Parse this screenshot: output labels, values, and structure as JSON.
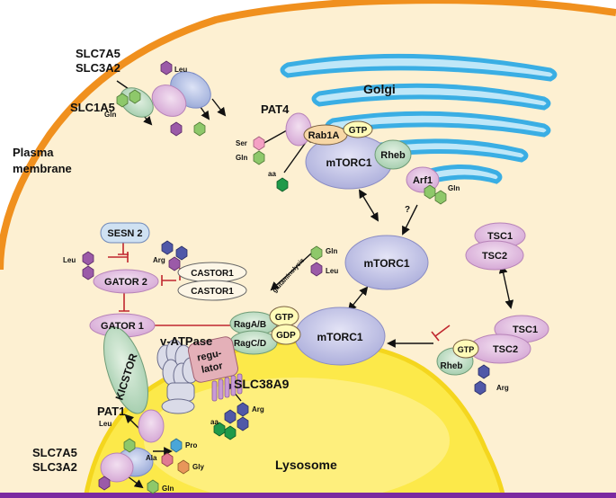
{
  "compartments": {
    "plasma_membrane_line1": "Plasma",
    "plasma_membrane_line2": "membrane",
    "golgi": "Golgi",
    "lysosome": "Lysosome"
  },
  "transporters": {
    "slc7a5": "SLC7A5",
    "slc3a2": "SLC3A2",
    "slc1a5": "SLC1A5",
    "pat4": "PAT4",
    "pat1": "PAT1",
    "slc7a5_lys": "SLC7A5",
    "slc3a2_lys": "SLC3A2",
    "slc38a9": "SLC38A9",
    "v_atpase": "v-ATPase",
    "ragulator_line1": "regu-",
    "ragulator_line2": "lator",
    "kicstor": "KICSTOR"
  },
  "complexes": {
    "mtorc1_golgi": "mTORC1",
    "mtorc1_center": "mTORC1",
    "mtorc1_lyso": "mTORC1",
    "rab1a": "Rab1A",
    "rab1a_gtp": "GTP",
    "rheb_golgi": "Rheb",
    "arf1": "Arf1",
    "sesn2": "SESN 2",
    "gator2": "GATOR 2",
    "gator1": "GATOR 1",
    "castor1_a": "CASTOR1",
    "castor1_b": "CASTOR1",
    "ragab": "RagA/B",
    "ragab_gtp": "GTP",
    "ragcd": "RagC/D",
    "ragcd_gdp": "GDP",
    "tsc1_top": "TSC1",
    "tsc2_top": "TSC2",
    "tsc1_bottom": "TSC1",
    "tsc2_bottom": "TSC2",
    "rheb_lyso": "Rheb",
    "rheb_lyso_gtp": "GTP"
  },
  "amino_acids": {
    "leu_top": "Leu",
    "gln_top": "Gln",
    "ser": "Ser",
    "gln_pat4": "Gln",
    "aa_pat4": "aa",
    "gln_arf1": "Gln",
    "question": "?",
    "leu_sesn": "Leu",
    "arg_castor": "Arg",
    "gln_center": "Gln",
    "leu_center": "Leu",
    "glutaminolysis": "glutaminolysis",
    "arg_slc38a9": "Arg",
    "aa_slc38a9": "aa",
    "leu_pat1": "Leu",
    "pro": "Pro",
    "ala": "Ala",
    "gly": "Gly",
    "gln_bottom": "Gln",
    "arg_tsc": "Arg"
  },
  "colors": {
    "membrane": "#f0901e",
    "cytoplasm": "#fdf0d2",
    "lysosome": "#fce94a",
    "golgi": "#4ab6e6",
    "mtorc1": "#c7c8ea",
    "leu": "#9b5aa8",
    "gln": "#8ec86a",
    "arg": "#5058a8",
    "aa_green": "#1f9a4a",
    "ser": "#f4a0c4",
    "pro": "#4aa6d8",
    "ala": "#e07a92",
    "gly": "#e8965a",
    "inhibit": "#c0262e",
    "bottom_bar": "#7a2aa0"
  }
}
